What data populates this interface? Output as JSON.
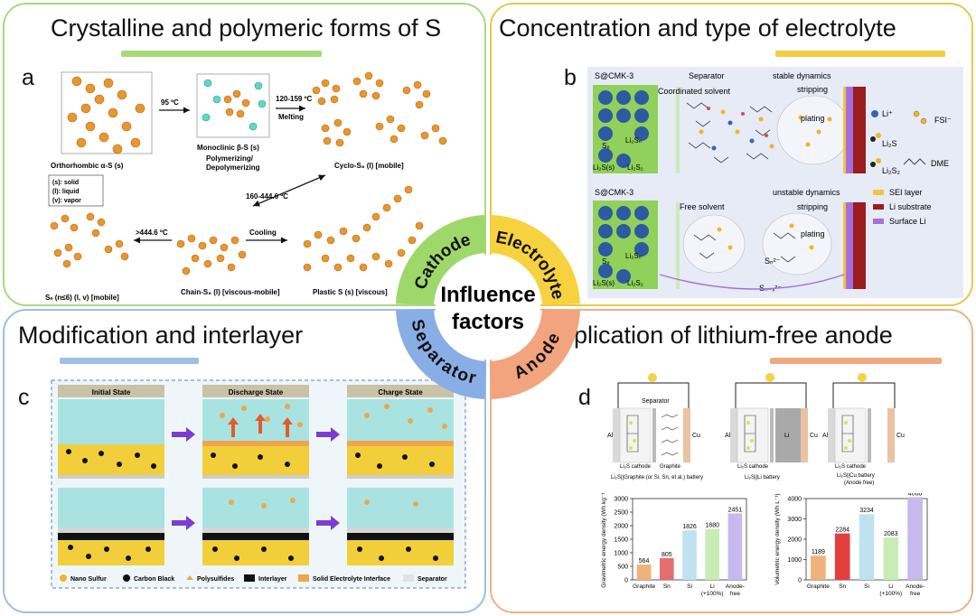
{
  "panels": {
    "a": {
      "title": "Crystalline and polymeric forms of S",
      "letter": "a",
      "labels": {
        "t95": "95 ºC",
        "t120": "120-159 ºC",
        "melting": "Melting",
        "polymerizing": "Polymerizing/",
        "depolymerizing": "Depolymerizing",
        "t160": "160-444.6 ºC",
        "t444": ">444.6 ºC",
        "cooling": "Cooling",
        "ortho": "Orthorhombic α-S (s)",
        "mono": "Monoclinic β-S (s)",
        "cyclo": "Cyclo-S₈ (l) [mobile]",
        "legend_s": "(s): solid",
        "legend_l": "(l): liquid",
        "legend_v": "(v): vapor",
        "sn": "Sₙ (n≤6) (l, v) [mobile]",
        "chain": "Chain-S₈ (l) [viscous-mobile]",
        "plastic": "Plastic S (s) [viscous]"
      }
    },
    "b": {
      "title": "Concentration and type of electrolyte",
      "letter": "b",
      "labels": {
        "scmk_top": "S@CMK-3",
        "separator": "Separator",
        "stable": "stable dynamics",
        "coord": "Coordinated solvent",
        "stripping": "stripping",
        "plating": "plating",
        "li_plus": "Li⁺",
        "fsi": "FSI⁻",
        "li2s": "Li₂S",
        "li2s2": "Li₂S₂",
        "dme": "DME",
        "scmk_bot": "S@CMK-3",
        "free": "Free solvent",
        "unstable": "unstable dynamics",
        "sei": "SEI layer",
        "lisub": "Li substrate",
        "surf": "Surface Li",
        "s8": "S₈",
        "li2sn": "Li₂Sₙ",
        "li2s_s": "Li₂S(s)",
        "li2s2_b": "Li₂S₂",
        "sn2": "Sₙ²⁻",
        "snx2": "Sₙ₋ₓ²⁻"
      },
      "colors": {
        "sei": "#f2c43a",
        "lisub": "#9b1c1c",
        "surf": "#a36ee0"
      }
    },
    "c": {
      "title": "Modification and interlayer",
      "letter": "c",
      "states": [
        "Initial State",
        "Discharge State",
        "Charge State"
      ],
      "legend": [
        "Nano Sulfur",
        "Carbon Black",
        "Polysulfides",
        "Interlayer",
        "Solid Electrolyte Interface",
        "Separator"
      ]
    },
    "d": {
      "title": "Application of lithium-free anode",
      "letter": "d",
      "labels": {
        "separator": "Separator",
        "al1": "Al",
        "al2": "Al",
        "al3": "Al",
        "cu1": "Cu",
        "cu2": "Cu",
        "cu3": "Cu",
        "li": "Li",
        "li2s_cathode1": "Li₂S cathode",
        "li2s_cathode2": "Li₂S cathode",
        "li2s_cathode3": "Li₂S cathode",
        "graphite": "Graphite",
        "cap1": "Li₂S||Graphite (or Si, Sn, et al.) battery",
        "cap2": "Li₂S||Li battery",
        "cap3": "Li₂S||Cu battery",
        "cap3b": "(Anode free)"
      }
    }
  },
  "center": {
    "line1": "Influence",
    "line2": "factors",
    "quadrants": [
      "Cathode",
      "Electrolyte",
      "Separator",
      "Anode"
    ],
    "colors": [
      "#9fd86a",
      "#f7d23f",
      "#89aee6",
      "#f1a47e"
    ]
  },
  "chart_data": [
    {
      "type": "bar",
      "categories": [
        "Graphite",
        "Sn",
        "Si",
        "Li\n(+100%)",
        "Anode-\nfree"
      ],
      "values": [
        564,
        805,
        1826,
        1880,
        2451
      ],
      "colors": [
        "#f0b27a",
        "#e36f6f",
        "#bfe2f1",
        "#c9ecb5",
        "#c6b9ee"
      ],
      "ylabel": "Gravimetric energy density (Wh kg⁻¹)",
      "ylim": [
        0,
        3000
      ],
      "yticks": [
        0,
        500,
        1000,
        1500,
        2000,
        2500,
        3000
      ]
    },
    {
      "type": "bar",
      "categories": [
        "Graphite",
        "Sn",
        "Si",
        "Li\n(+100%)",
        "Anode-\nfree"
      ],
      "values": [
        1189,
        2284,
        3234,
        2083,
        4068
      ],
      "colors": [
        "#f0b27a",
        "#e33f3f",
        "#bfe2f1",
        "#c9ecb5",
        "#c6b9ee"
      ],
      "ylabel": "Volumetric energy density (Wh L⁻¹)",
      "ylim": [
        0,
        4000
      ],
      "yticks": [
        0,
        1000,
        2000,
        3000,
        4000
      ]
    }
  ]
}
